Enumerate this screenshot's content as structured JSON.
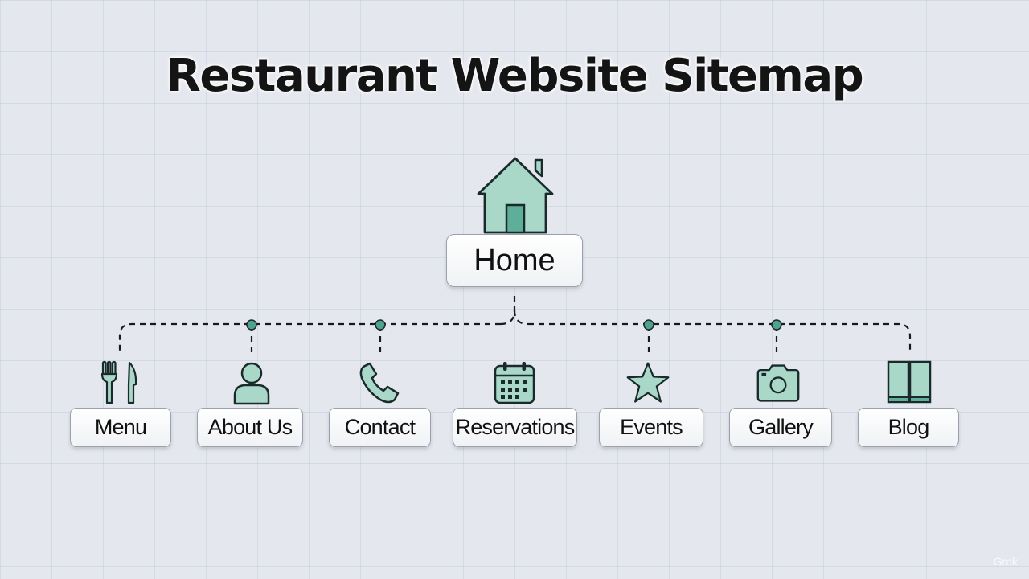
{
  "title": "Restaurant Website Sitemap",
  "root": {
    "label": "Home",
    "icon": "house-icon"
  },
  "children": [
    {
      "label": "Menu",
      "icon": "fork-knife-icon"
    },
    {
      "label": "About Us",
      "icon": "person-icon"
    },
    {
      "label": "Contact",
      "icon": "phone-icon"
    },
    {
      "label": "Reservations",
      "icon": "calendar-icon"
    },
    {
      "label": "Events",
      "icon": "star-icon"
    },
    {
      "label": "Gallery",
      "icon": "camera-icon"
    },
    {
      "label": "Blog",
      "icon": "book-icon"
    }
  ],
  "colors": {
    "icon_fill": "#a9d8c9",
    "icon_dark": "#5fae99",
    "outline": "#1a2a2a",
    "connector": "#1a1a1a",
    "junction_dot": "#4fa38c",
    "background": "#e4e8ee"
  },
  "watermark": "Grok"
}
